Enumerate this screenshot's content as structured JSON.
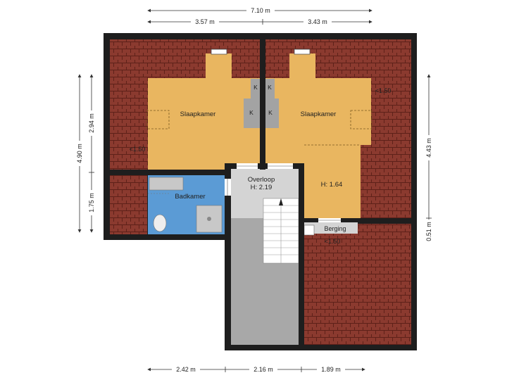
{
  "plan": {
    "colors": {
      "wall": "#1e1e1e",
      "roof": "#8b3a2f",
      "roof_line": "#5e2119",
      "bedroom": "#e9b660",
      "bathroom": "#5b9bd5",
      "landing": "#d4d4d4",
      "stair_void": "#a8a8a8",
      "storage": "#d4d4d4",
      "chimney": "#a3a3a3"
    },
    "dimensions": {
      "top_total": "7.10 m",
      "top_left": "3.57 m",
      "top_right": "3.43 m",
      "left_total": "4.90 m",
      "left_upper": "2.94 m",
      "left_lower": "1.75 m",
      "right_upper": "4.43 m",
      "right_lower": "0.51 m",
      "bottom_left": "2.42 m",
      "bottom_mid": "2.16 m",
      "bottom_right": "1.89 m"
    },
    "rooms": {
      "bedroom_left": "Slaapkamer",
      "bedroom_right": "Slaapkamer",
      "bathroom": "Badkamer",
      "landing": "Overloop",
      "landing_height": "H: 2.19",
      "right_height": "H: 1.64",
      "storage": "Berging"
    },
    "notes": {
      "low_left": "<1.50",
      "low_right": "<1.50",
      "low_storage": "<1.50"
    },
    "chimney_label": "K"
  }
}
